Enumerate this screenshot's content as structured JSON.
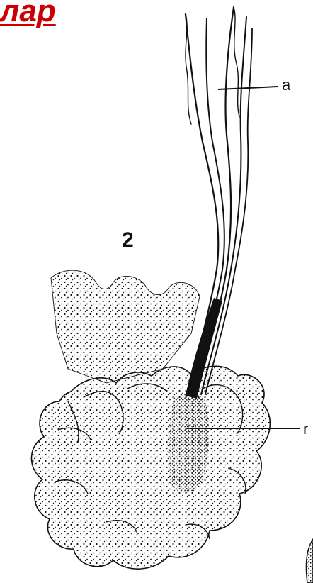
{
  "heading": {
    "text": "лар",
    "color": "#cc0000"
  },
  "figure": {
    "number": "2",
    "labels": {
      "a": "а",
      "r": "r"
    },
    "ink_color": "#111111"
  }
}
